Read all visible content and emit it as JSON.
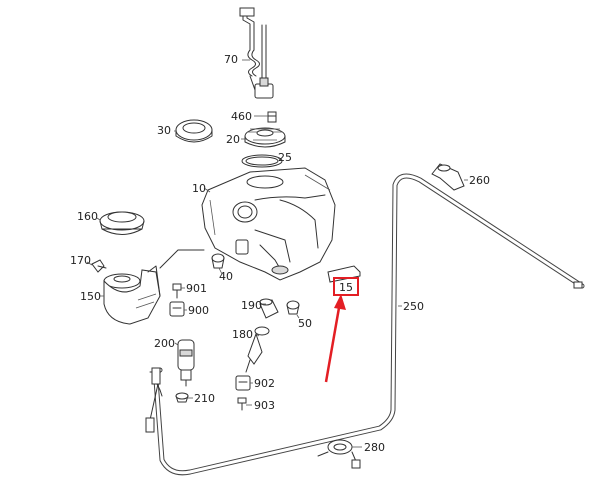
{
  "diagram": {
    "highlight_color": "#e31e24",
    "line_color": "#333333",
    "part_labels": [
      {
        "key": "70",
        "text": "70"
      },
      {
        "key": "460",
        "text": "460"
      },
      {
        "key": "20",
        "text": "20"
      },
      {
        "key": "30",
        "text": "30"
      },
      {
        "key": "25",
        "text": "25"
      },
      {
        "key": "10",
        "text": "10"
      },
      {
        "key": "260",
        "text": "260"
      },
      {
        "key": "160",
        "text": "160"
      },
      {
        "key": "170",
        "text": "170"
      },
      {
        "key": "150",
        "text": "150"
      },
      {
        "key": "40",
        "text": "40"
      },
      {
        "key": "901",
        "text": "901"
      },
      {
        "key": "900",
        "text": "900"
      },
      {
        "key": "190",
        "text": "190"
      },
      {
        "key": "50",
        "text": "50"
      },
      {
        "key": "15",
        "text": "15"
      },
      {
        "key": "250",
        "text": "250"
      },
      {
        "key": "200",
        "text": "200"
      },
      {
        "key": "180",
        "text": "180"
      },
      {
        "key": "902",
        "text": "902"
      },
      {
        "key": "210",
        "text": "210"
      },
      {
        "key": "903",
        "text": "903"
      },
      {
        "key": "280",
        "text": "280"
      }
    ],
    "highlighted_part": "15"
  }
}
